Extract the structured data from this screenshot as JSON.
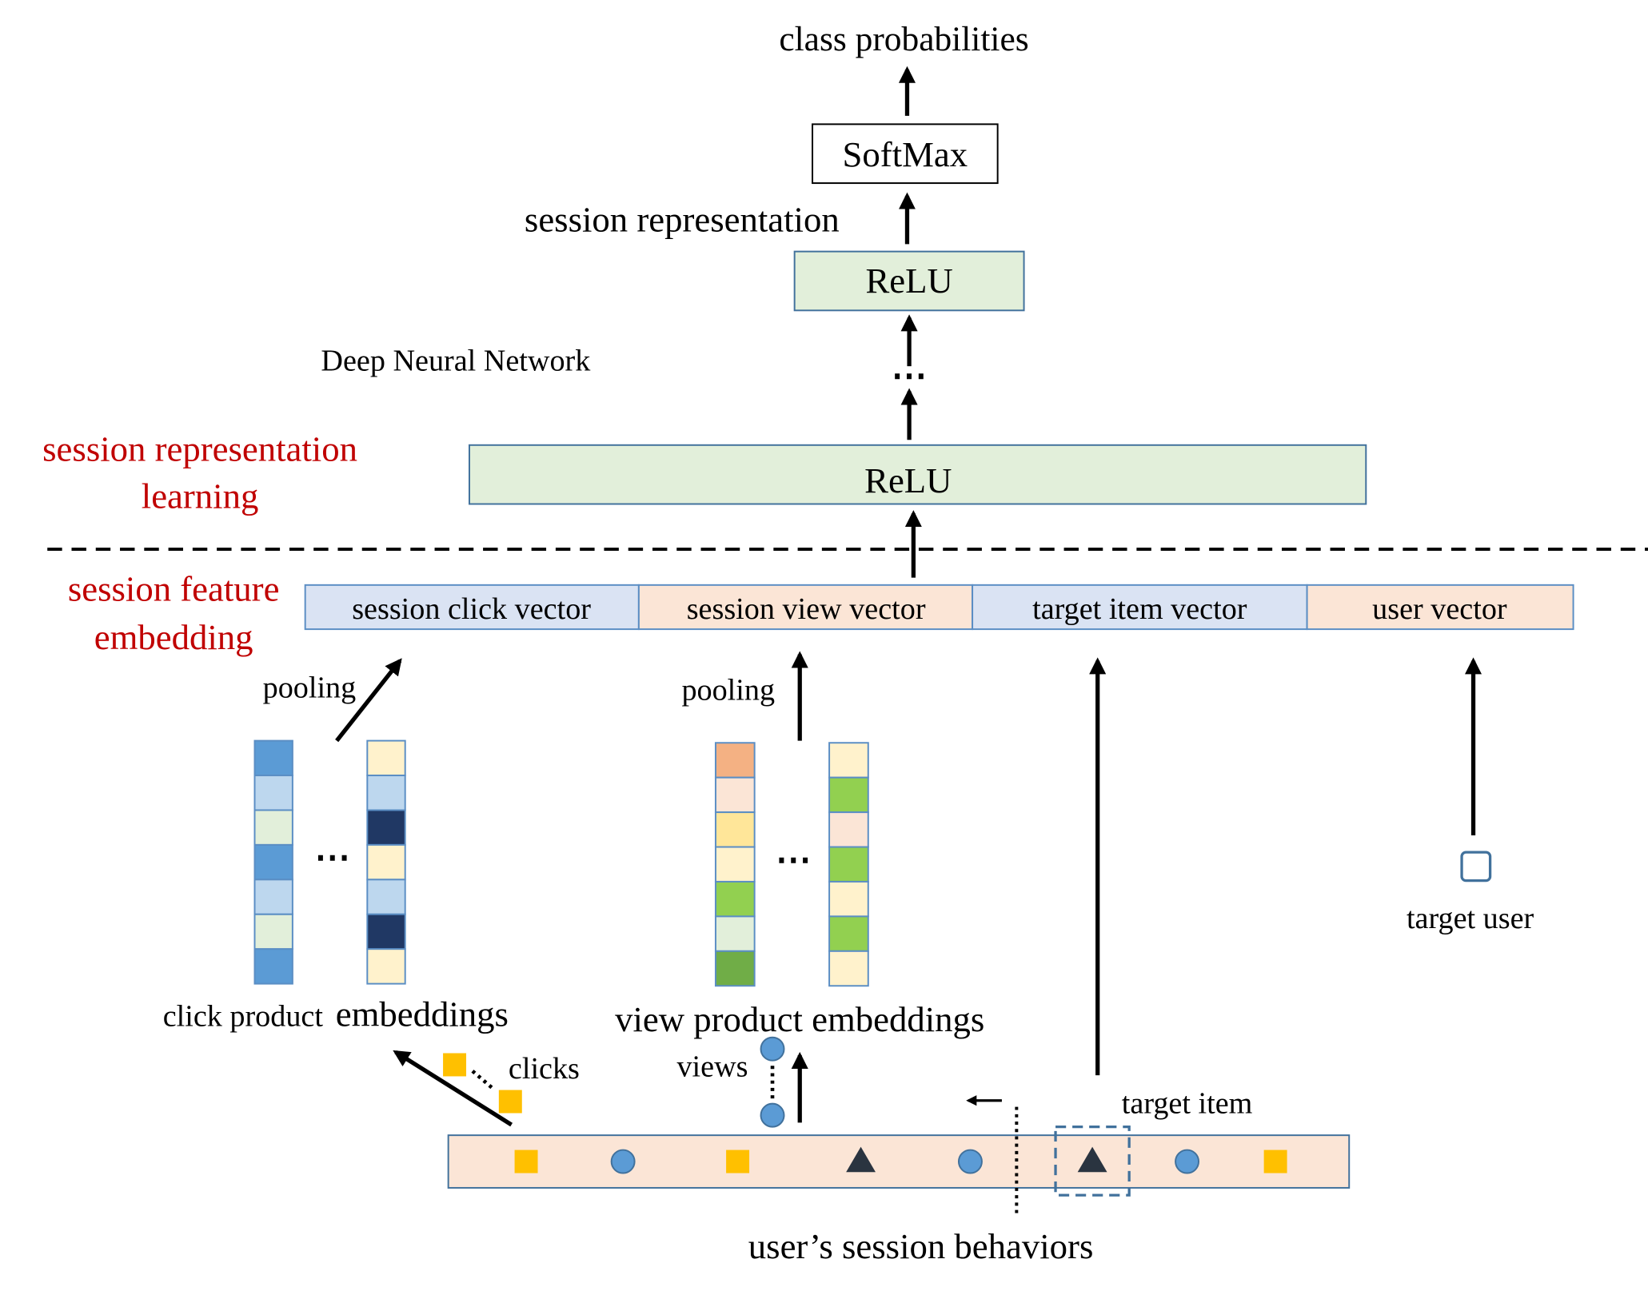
{
  "labels": {
    "class_probabilities": "class probabilities",
    "softmax": "SoftMax",
    "session_representation": "session representation",
    "relu_top": "ReLU",
    "deep_neural_network": "Deep Neural Network",
    "ellipsis": "⋯",
    "relu_bottom": "ReLU",
    "section_representation_line1": "session representation",
    "section_representation_line2": "learning",
    "section_embedding_line1": "session feature",
    "section_embedding_line2": "embedding",
    "pooling_click": "pooling",
    "pooling_view": "pooling",
    "click_embeddings_small": "click product",
    "click_embeddings_large": "embeddings",
    "view_embeddings": "view product embeddings",
    "clicks": "clicks",
    "views": "views",
    "target_item": "target item",
    "target_user": "target user",
    "session_behaviors": "user’s session behaviors"
  },
  "feature_vectors": [
    {
      "label": "session click vector"
    },
    {
      "label": "session view vector"
    },
    {
      "label": "target item vector"
    },
    {
      "label": "user vector"
    }
  ],
  "colors": {
    "accent_red": "#c00000",
    "relu_fill": "#e2efda",
    "relu_stroke": "#41719c",
    "blue_vector_fill": "#dae3f3",
    "peach_vector_fill": "#fbe5d6",
    "vector_stroke": "#5b8ec4",
    "square_marker": "#ffc000",
    "circle_marker": "#5b9bd5",
    "triangle_marker": "#2a3440",
    "target_dash": "#41719c"
  },
  "embeddings": {
    "click_col1": [
      "#5b9bd5",
      "#bdd7ee",
      "#e2efda",
      "#5b9bd5",
      "#bdd7ee",
      "#e2efda",
      "#5b9bd5"
    ],
    "click_col2": [
      "#fff2cc",
      "#bdd7ee",
      "#203864",
      "#fff2cc",
      "#bdd7ee",
      "#203864",
      "#fff2cc"
    ],
    "view_col1": [
      "#f4b183",
      "#fbe5d6",
      "#ffe699",
      "#fff2cc",
      "#92d050",
      "#e2efda",
      "#70ad47"
    ],
    "view_col2": [
      "#fff2cc",
      "#92d050",
      "#fbe5d6",
      "#92d050",
      "#fff2cc",
      "#92d050",
      "#fff2cc"
    ]
  },
  "session_sequence": [
    "square",
    "circle",
    "square",
    "triangle",
    "circle",
    "triangle",
    "circle",
    "square"
  ]
}
